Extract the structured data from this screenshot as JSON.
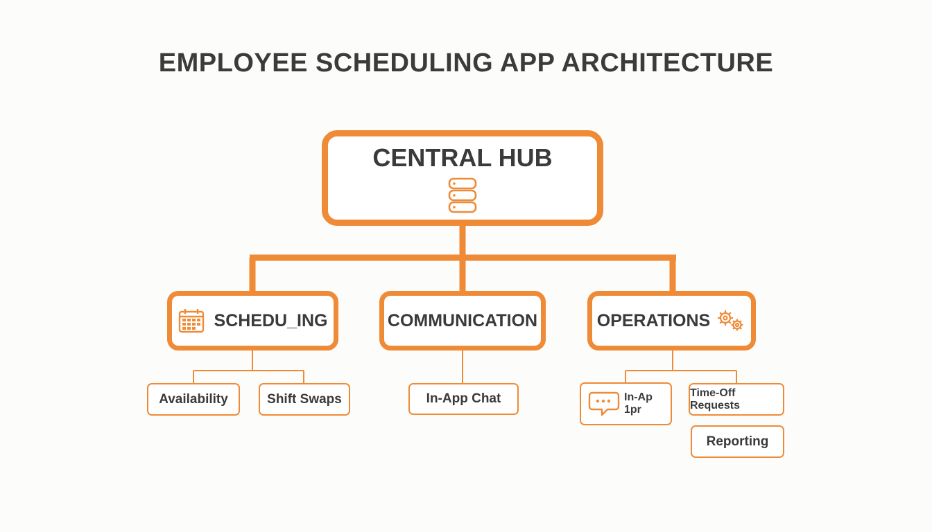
{
  "title": "EMPLOYEE SCHEDULING APP ARCHITECTURE",
  "hub": {
    "label": "CENTRAL HUB",
    "icon": "database-icon"
  },
  "categories": [
    {
      "label": "SCHEDU_ING",
      "icon": "calendar-icon"
    },
    {
      "label": "COMMUNICATION"
    },
    {
      "label": "OPERATIONS",
      "icon": "gears-icon"
    }
  ],
  "leaves": {
    "scheduling": [
      "Availability",
      "Shift Swaps"
    ],
    "communication": [
      "In-App Chat"
    ],
    "operations": [
      {
        "label": "In-Ap 1pr",
        "icon": "chat-bubble-icon"
      },
      {
        "label": "Time-Off Requests"
      },
      {
        "label": "Reporting"
      }
    ]
  },
  "colors": {
    "accent": "#ef8a37",
    "text": "#3a3a3a",
    "background": "#fcfcfb"
  }
}
